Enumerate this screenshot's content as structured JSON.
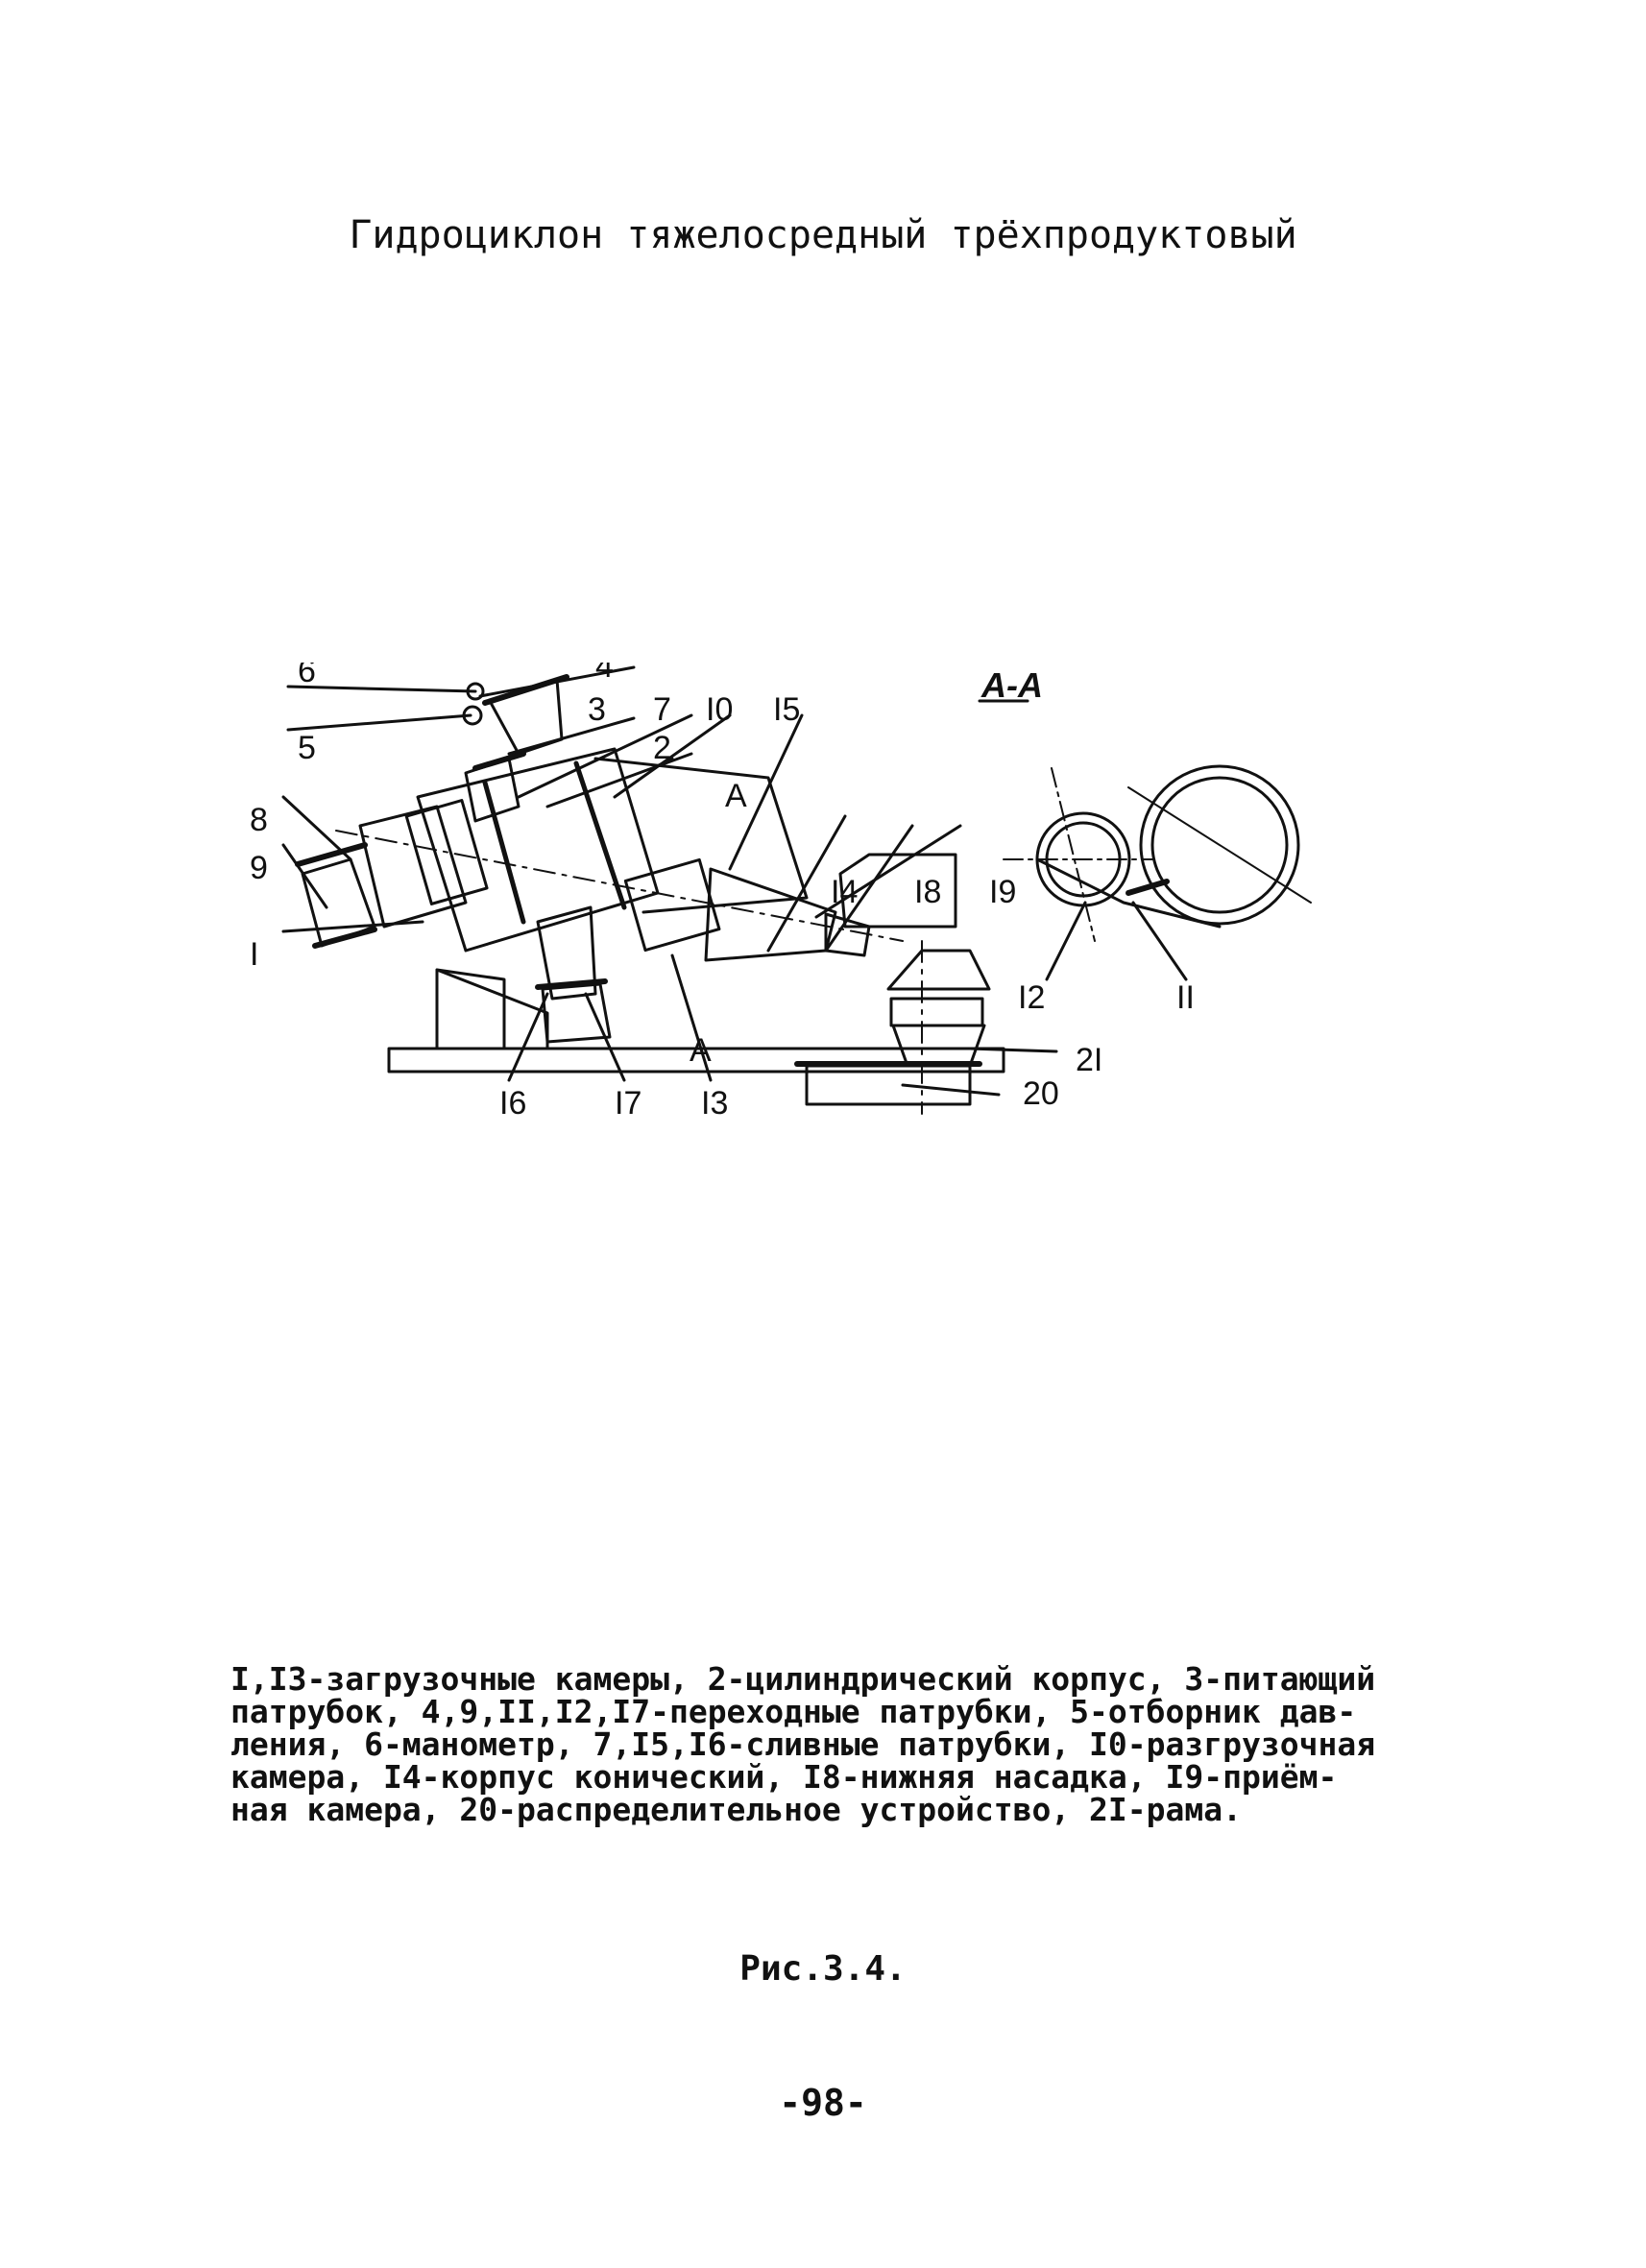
{
  "document": {
    "title": "Гидроциклон тяжелосредный трёхпродуктовый",
    "caption": "I,I3-загрузочные камеры, 2-цилиндрический корпус, 3-питающий\nпатрубок, 4,9,II,I2,I7-переходные патрубки, 5-отборник дав-\nления, 6-манометр, 7,I5,I6-сливные патрубки, I0-разгрузочная\nкамера, I4-корпус конический, I8-нижняя насадка, I9-приём-\nная камера, 20-распределительное устройство, 2I-рама.",
    "figure_label": "Рис.3.4.",
    "page_number": "-98-"
  },
  "figure": {
    "section_label": "А-А",
    "callouts": {
      "c1": "I",
      "c2": "2",
      "c3": "3",
      "c4": "4",
      "c5": "5",
      "c6": "6",
      "c7": "7",
      "c8": "8",
      "c9": "9",
      "c10": "I0",
      "c11": "II",
      "c12": "I2",
      "c13": "I3",
      "c14": "I4",
      "c15": "I5",
      "c16": "I6",
      "c17": "I7",
      "c18": "I8",
      "c19": "I9",
      "c20": "20",
      "c21": "2I",
      "cA": "А"
    }
  }
}
